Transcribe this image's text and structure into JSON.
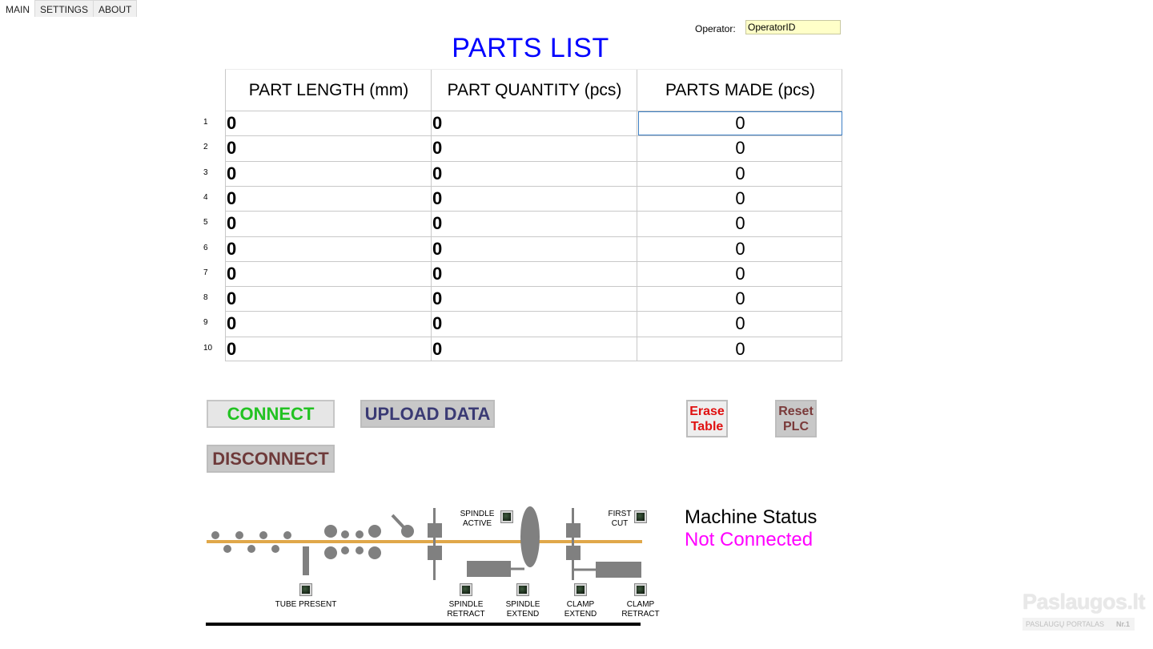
{
  "tabs": [
    {
      "label": "MAIN",
      "active": true
    },
    {
      "label": "SETTINGS",
      "active": false
    },
    {
      "label": "ABOUT",
      "active": false
    }
  ],
  "operator": {
    "label": "Operator:",
    "value": "OperatorID"
  },
  "title": "PARTS LIST",
  "table": {
    "columns": [
      "PART LENGTH (mm)",
      "PART QUANTITY (pcs)",
      "PARTS MADE (pcs)"
    ],
    "rows": [
      {
        "num": "1",
        "length": "0",
        "quantity": "0",
        "made": "0"
      },
      {
        "num": "2",
        "length": "0",
        "quantity": "0",
        "made": "0"
      },
      {
        "num": "3",
        "length": "0",
        "quantity": "0",
        "made": "0"
      },
      {
        "num": "4",
        "length": "0",
        "quantity": "0",
        "made": "0"
      },
      {
        "num": "5",
        "length": "0",
        "quantity": "0",
        "made": "0"
      },
      {
        "num": "6",
        "length": "0",
        "quantity": "0",
        "made": "0"
      },
      {
        "num": "7",
        "length": "0",
        "quantity": "0",
        "made": "0"
      },
      {
        "num": "8",
        "length": "0",
        "quantity": "0",
        "made": "0"
      },
      {
        "num": "9",
        "length": "0",
        "quantity": "0",
        "made": "0"
      },
      {
        "num": "10",
        "length": "0",
        "quantity": "0",
        "made": "0"
      }
    ]
  },
  "buttons": {
    "connect": "CONNECT",
    "upload": "UPLOAD DATA",
    "disconnect": "DISCONNECT",
    "erase_line1": "Erase",
    "erase_line2": "Table",
    "reset_line1": "Reset",
    "reset_line2": "PLC"
  },
  "status": {
    "title": "Machine Status",
    "value": "Not Connected",
    "value_color": "#ff00ff"
  },
  "indicators": {
    "spindle_active": [
      "SPINDLE",
      "ACTIVE"
    ],
    "first_cut": [
      "FIRST",
      "CUT"
    ],
    "tube_present": [
      "TUBE PRESENT"
    ],
    "spindle_retract": [
      "SPINDLE",
      "RETRACT"
    ],
    "spindle_extend": [
      "SPINDLE",
      "EXTEND"
    ],
    "clamp_extend": [
      "CLAMP",
      "EXTEND"
    ],
    "clamp_retract": [
      "CLAMP",
      "RETRACT"
    ]
  },
  "watermark": {
    "main": "Paslaugos.lt",
    "sub": "PASLAUGŲ PORTALAS",
    "badge": "Nr.1"
  },
  "colors": {
    "tube": "#e0a84a",
    "machine_gray": "#808080",
    "title_blue": "#0000ff",
    "connect_green": "#22c222"
  }
}
